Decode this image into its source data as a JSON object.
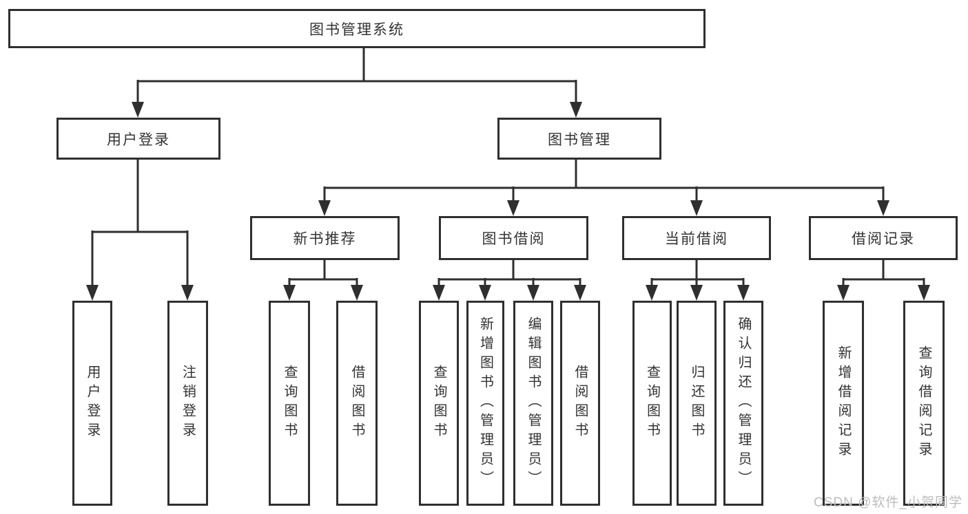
{
  "diagram": {
    "title": "图书管理系统",
    "modules": [
      {
        "label": "用户登录",
        "children": [
          "用户登录",
          "注销登录"
        ]
      },
      {
        "label": "图书管理",
        "submodules": [
          {
            "label": "新书推荐",
            "children": [
              "查询图书",
              "借阅图书"
            ]
          },
          {
            "label": "图书借阅",
            "children": [
              "查询图书",
              "新增图书（管理员）",
              "编辑图书（管理员）",
              "借阅图书"
            ]
          },
          {
            "label": "当前借阅",
            "children": [
              "查询图书",
              "归还图书",
              "确认归还（管理员）"
            ]
          },
          {
            "label": "借阅记录",
            "children": [
              "新增借阅记录",
              "查询借阅记录"
            ]
          }
        ]
      }
    ]
  },
  "watermark": {
    "text": "CSDN @软件_小贺同学"
  },
  "colors": {
    "line": "#2f2f2f",
    "box_border": "#2f2f2f",
    "text": "#333333",
    "watermark": "#bcbcbc",
    "background": "#ffffff"
  }
}
